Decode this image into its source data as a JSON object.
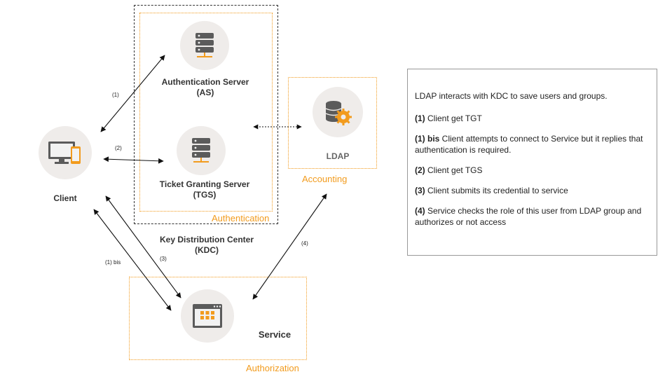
{
  "nodes": {
    "client": "Client",
    "auth_server": [
      "Authentication Server",
      "(AS)"
    ],
    "tgs": [
      "Ticket Granting Server",
      "(TGS)"
    ],
    "ldap": "LDAP",
    "service": "Service",
    "kdc": [
      "Key Distribution Center",
      "(KDC)"
    ]
  },
  "groups": {
    "authentication": "Authentication",
    "accounting": "Accounting",
    "authorization": "Authorization"
  },
  "steps": {
    "s1": "(1)",
    "s2": "(2)",
    "s1bis": "(1) bis",
    "s3": "(3)",
    "s4": "(4)"
  },
  "legend": {
    "intro": "LDAP interacts with KDC to save users and groups.",
    "items": [
      {
        "tag": "(1)",
        "text": " Client get TGT"
      },
      {
        "tag": "(1) bis",
        "text": " Client attempts to connect to Service but it replies that authentication is required."
      },
      {
        "tag": "(2)",
        "text": " Client get TGS"
      },
      {
        "tag": "(3)",
        "text": " Client submits its credential to service"
      },
      {
        "tag": "(4)",
        "text": " Service checks the role of this user from LDAP group and authorizes or not access"
      }
    ]
  },
  "colors": {
    "accent_orange": "#f29b1d",
    "icon_gray": "#5b5b5b",
    "circle_bg": "#efecea"
  }
}
